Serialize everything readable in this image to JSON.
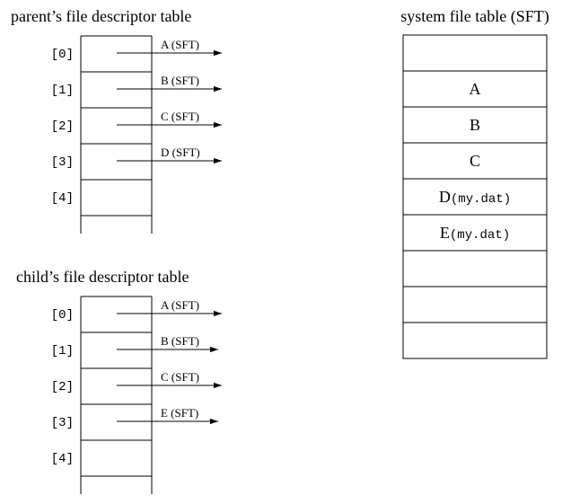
{
  "parent_table": {
    "title": "parent’s file descriptor table",
    "indices": [
      "[0]",
      "[1]",
      "[2]",
      "[3]",
      "[4]"
    ],
    "pointers": [
      {
        "label": "A (SFT)"
      },
      {
        "label": "B (SFT)"
      },
      {
        "label": "C (SFT)"
      },
      {
        "label": "D (SFT)"
      }
    ]
  },
  "child_table": {
    "title": "child’s file descriptor table",
    "indices": [
      "[0]",
      "[1]",
      "[2]",
      "[3]",
      "[4]"
    ],
    "pointers": [
      {
        "label": "A (SFT)"
      },
      {
        "label": "B (SFT)"
      },
      {
        "label": "C (SFT)"
      },
      {
        "label": "E (SFT)"
      }
    ]
  },
  "sft": {
    "title": "system file table (SFT)",
    "rows": [
      {
        "letter": "",
        "file": ""
      },
      {
        "letter": "A",
        "file": ""
      },
      {
        "letter": "B",
        "file": ""
      },
      {
        "letter": "C",
        "file": ""
      },
      {
        "letter": "D",
        "file": "my.dat"
      },
      {
        "letter": "E",
        "file": "my.dat"
      },
      {
        "letter": "",
        "file": ""
      },
      {
        "letter": "",
        "file": ""
      },
      {
        "letter": "",
        "file": ""
      }
    ]
  },
  "colors": {
    "ink": "#000000",
    "background": "#ffffff"
  }
}
